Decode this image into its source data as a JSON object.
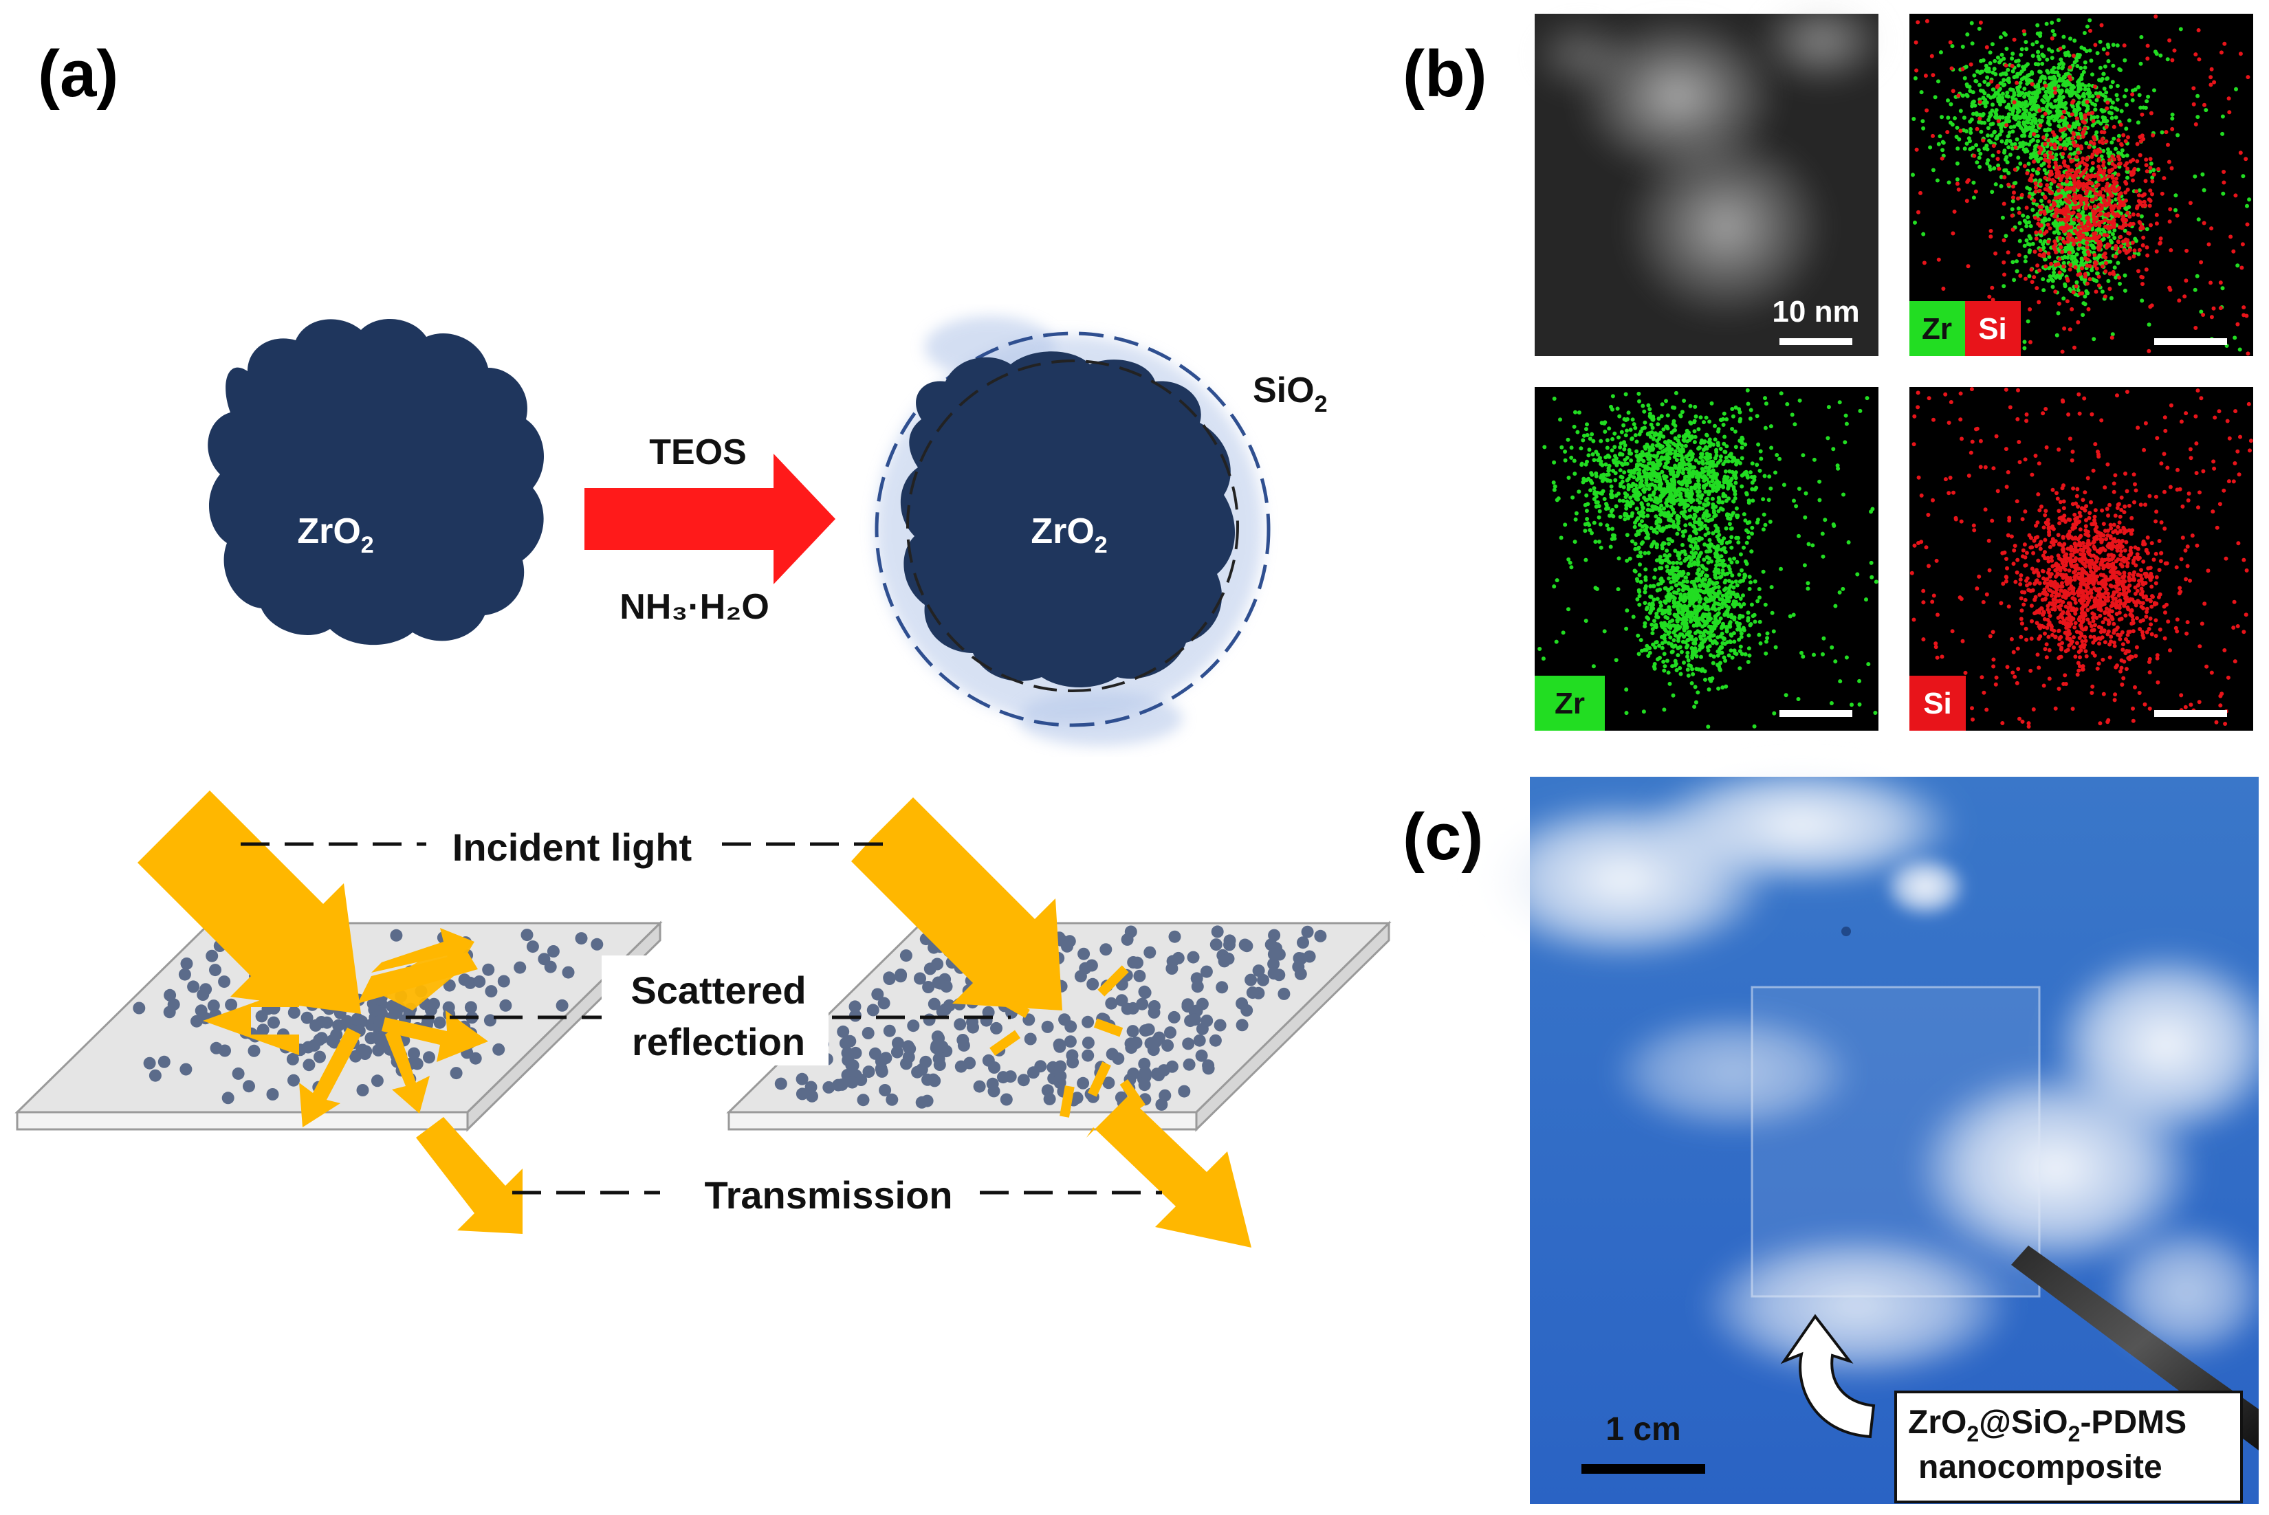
{
  "panels": {
    "a": {
      "label": "(a)",
      "core_label_main": "ZrO",
      "core_label_sub": "2",
      "reagent_top": "TEOS",
      "reagent_bottom": "NH₃·H₂O",
      "shell_label_main": "SiO",
      "shell_label_sub": "2",
      "incident_light": "Incident light",
      "scattered_line1": "Scattered",
      "scattered_line2": "reflection",
      "transmission": "Transmission"
    },
    "b": {
      "label": "(b)",
      "scale_bar": "10 nm",
      "legend_zr": "Zr",
      "legend_si": "Si"
    },
    "c": {
      "label": "(c)",
      "scale_bar": "1 cm",
      "caption_line1_a": "ZrO",
      "caption_line1_sub1": "2",
      "caption_line1_b": "@SiO",
      "caption_line1_sub2": "2",
      "caption_line1_c": "-PDMS",
      "caption_line2": "nanocomposite"
    }
  },
  "colors": {
    "navy": "#1f365d",
    "arrow_red": "#ff1a1a",
    "light_orange": "#ffb700",
    "zr_green": "#22dd22",
    "si_red": "#e8141a",
    "sky": "#2f6ec8",
    "dot": "#5b6b8a",
    "shell": "#b7c9ea",
    "shell_dash": "#2f4f90"
  }
}
